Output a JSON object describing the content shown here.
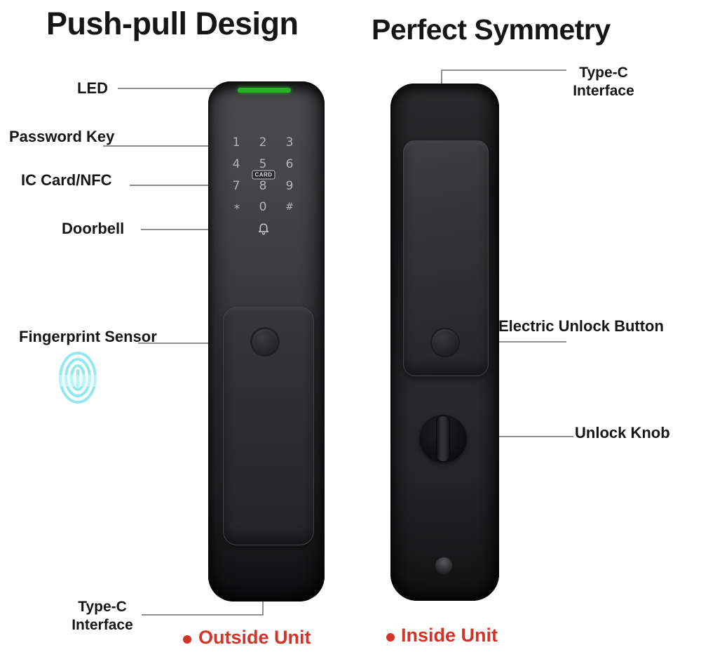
{
  "titles": {
    "left": "Push-pull Design",
    "right": "Perfect Symmetry"
  },
  "outside_unit": {
    "callouts": {
      "led": "LED",
      "password_key": "Password Key",
      "ic_card_nfc": "IC Card/NFC",
      "doorbell": "Doorbell",
      "fingerprint_sensor": "Fingerprint Sensor",
      "type_c_line1": "Type-C",
      "type_c_line2": "Interface"
    },
    "keypad": {
      "keys": [
        "1",
        "2",
        "3",
        "4",
        "5",
        "6",
        "7",
        "8",
        "9",
        "*",
        "0",
        "#"
      ],
      "card_badge": "CARD"
    },
    "footer_label": "Outside Unit"
  },
  "inside_unit": {
    "callouts": {
      "type_c_line1": "Type-C",
      "type_c_line2": "Interface",
      "electric_unlock_button": "Electric Unlock Button",
      "unlock_knob": "Unlock Knob"
    },
    "footer_label": "Inside Unit"
  },
  "colors": {
    "accent_red": "#d2342a",
    "led_green": "#23b323",
    "fingerprint_cyan": "#8ee7ec",
    "callout_line_gray": "#8f8f8f"
  }
}
